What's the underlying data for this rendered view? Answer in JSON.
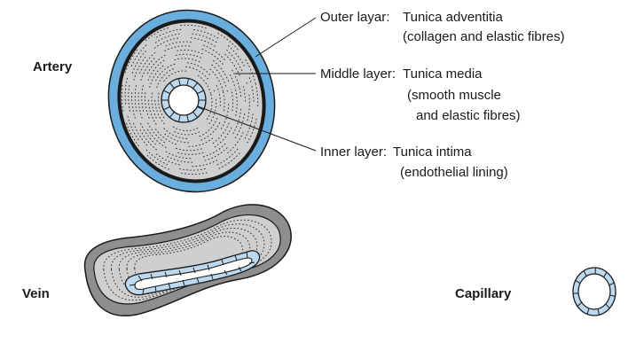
{
  "vessels": {
    "artery": "Artery",
    "vein": "Vein",
    "capillary": "Capillary"
  },
  "layers": {
    "outer": {
      "head": "Outer layar:",
      "name": "Tunica adventitia",
      "desc": "(collagen and elastic fibres)"
    },
    "middle": {
      "head": "Middle layer:",
      "name": "Tunica media",
      "desc1": "(smooth muscle",
      "desc2": "and elastic fibres)"
    },
    "inner": {
      "head": "Inner layer:",
      "name": "Tunica intima",
      "desc": "(endothelial lining)"
    }
  },
  "colors": {
    "adventitia_artery": "#6aaede",
    "media": "#cfcfcf",
    "adventitia_vein": "#8e8e8e",
    "endothelium": "#bcd9ef",
    "outline": "#1a1a1a"
  }
}
